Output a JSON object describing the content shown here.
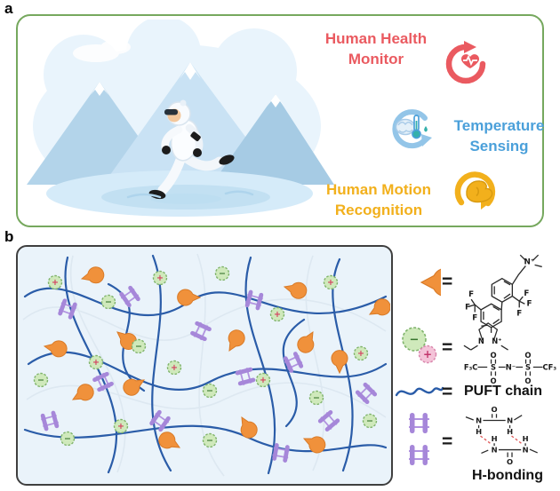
{
  "labels": {
    "a": "a",
    "b": "b"
  },
  "symbols": {
    "equals": "=",
    "plus": "+",
    "minus": "−"
  },
  "colors": {
    "panel_a_border": "#76a85e",
    "health_red": "#ea5a60",
    "temperature_blue": "#4ba0da",
    "motion_yellow": "#f2b01c",
    "host_orange": "#f0913b",
    "anion_green": "#cfe9bb",
    "cation_pink": "#f4c3d8",
    "chain_blue": "#2a5ca8",
    "hbond_purple": "#a687d9"
  },
  "panel_a": {
    "health": {
      "line1": "Human Health",
      "line2": "Monitor"
    },
    "temperature": {
      "line1": "Temperature",
      "line2": "Sensing"
    },
    "motion": {
      "line1": "Human Motion",
      "line2": "Recognition"
    }
  },
  "panel_b": {
    "legend": {
      "puft_label": "PUFT chain",
      "hbond_label": "H-bonding"
    },
    "chem": {
      "pendant_atoms": [
        "N⁺",
        "F",
        "F",
        "F",
        "F",
        "F",
        "F"
      ],
      "cation_atoms": [
        "N",
        "N⁺"
      ],
      "anion_atoms": [
        "F₃C",
        "S",
        "N⁻",
        "S",
        "CF₃",
        "O",
        "O",
        "O",
        "O"
      ],
      "urea_atoms": [
        "N",
        "O",
        "N",
        "H",
        "H",
        "N",
        "O",
        "N",
        "H",
        "H"
      ]
    }
  }
}
